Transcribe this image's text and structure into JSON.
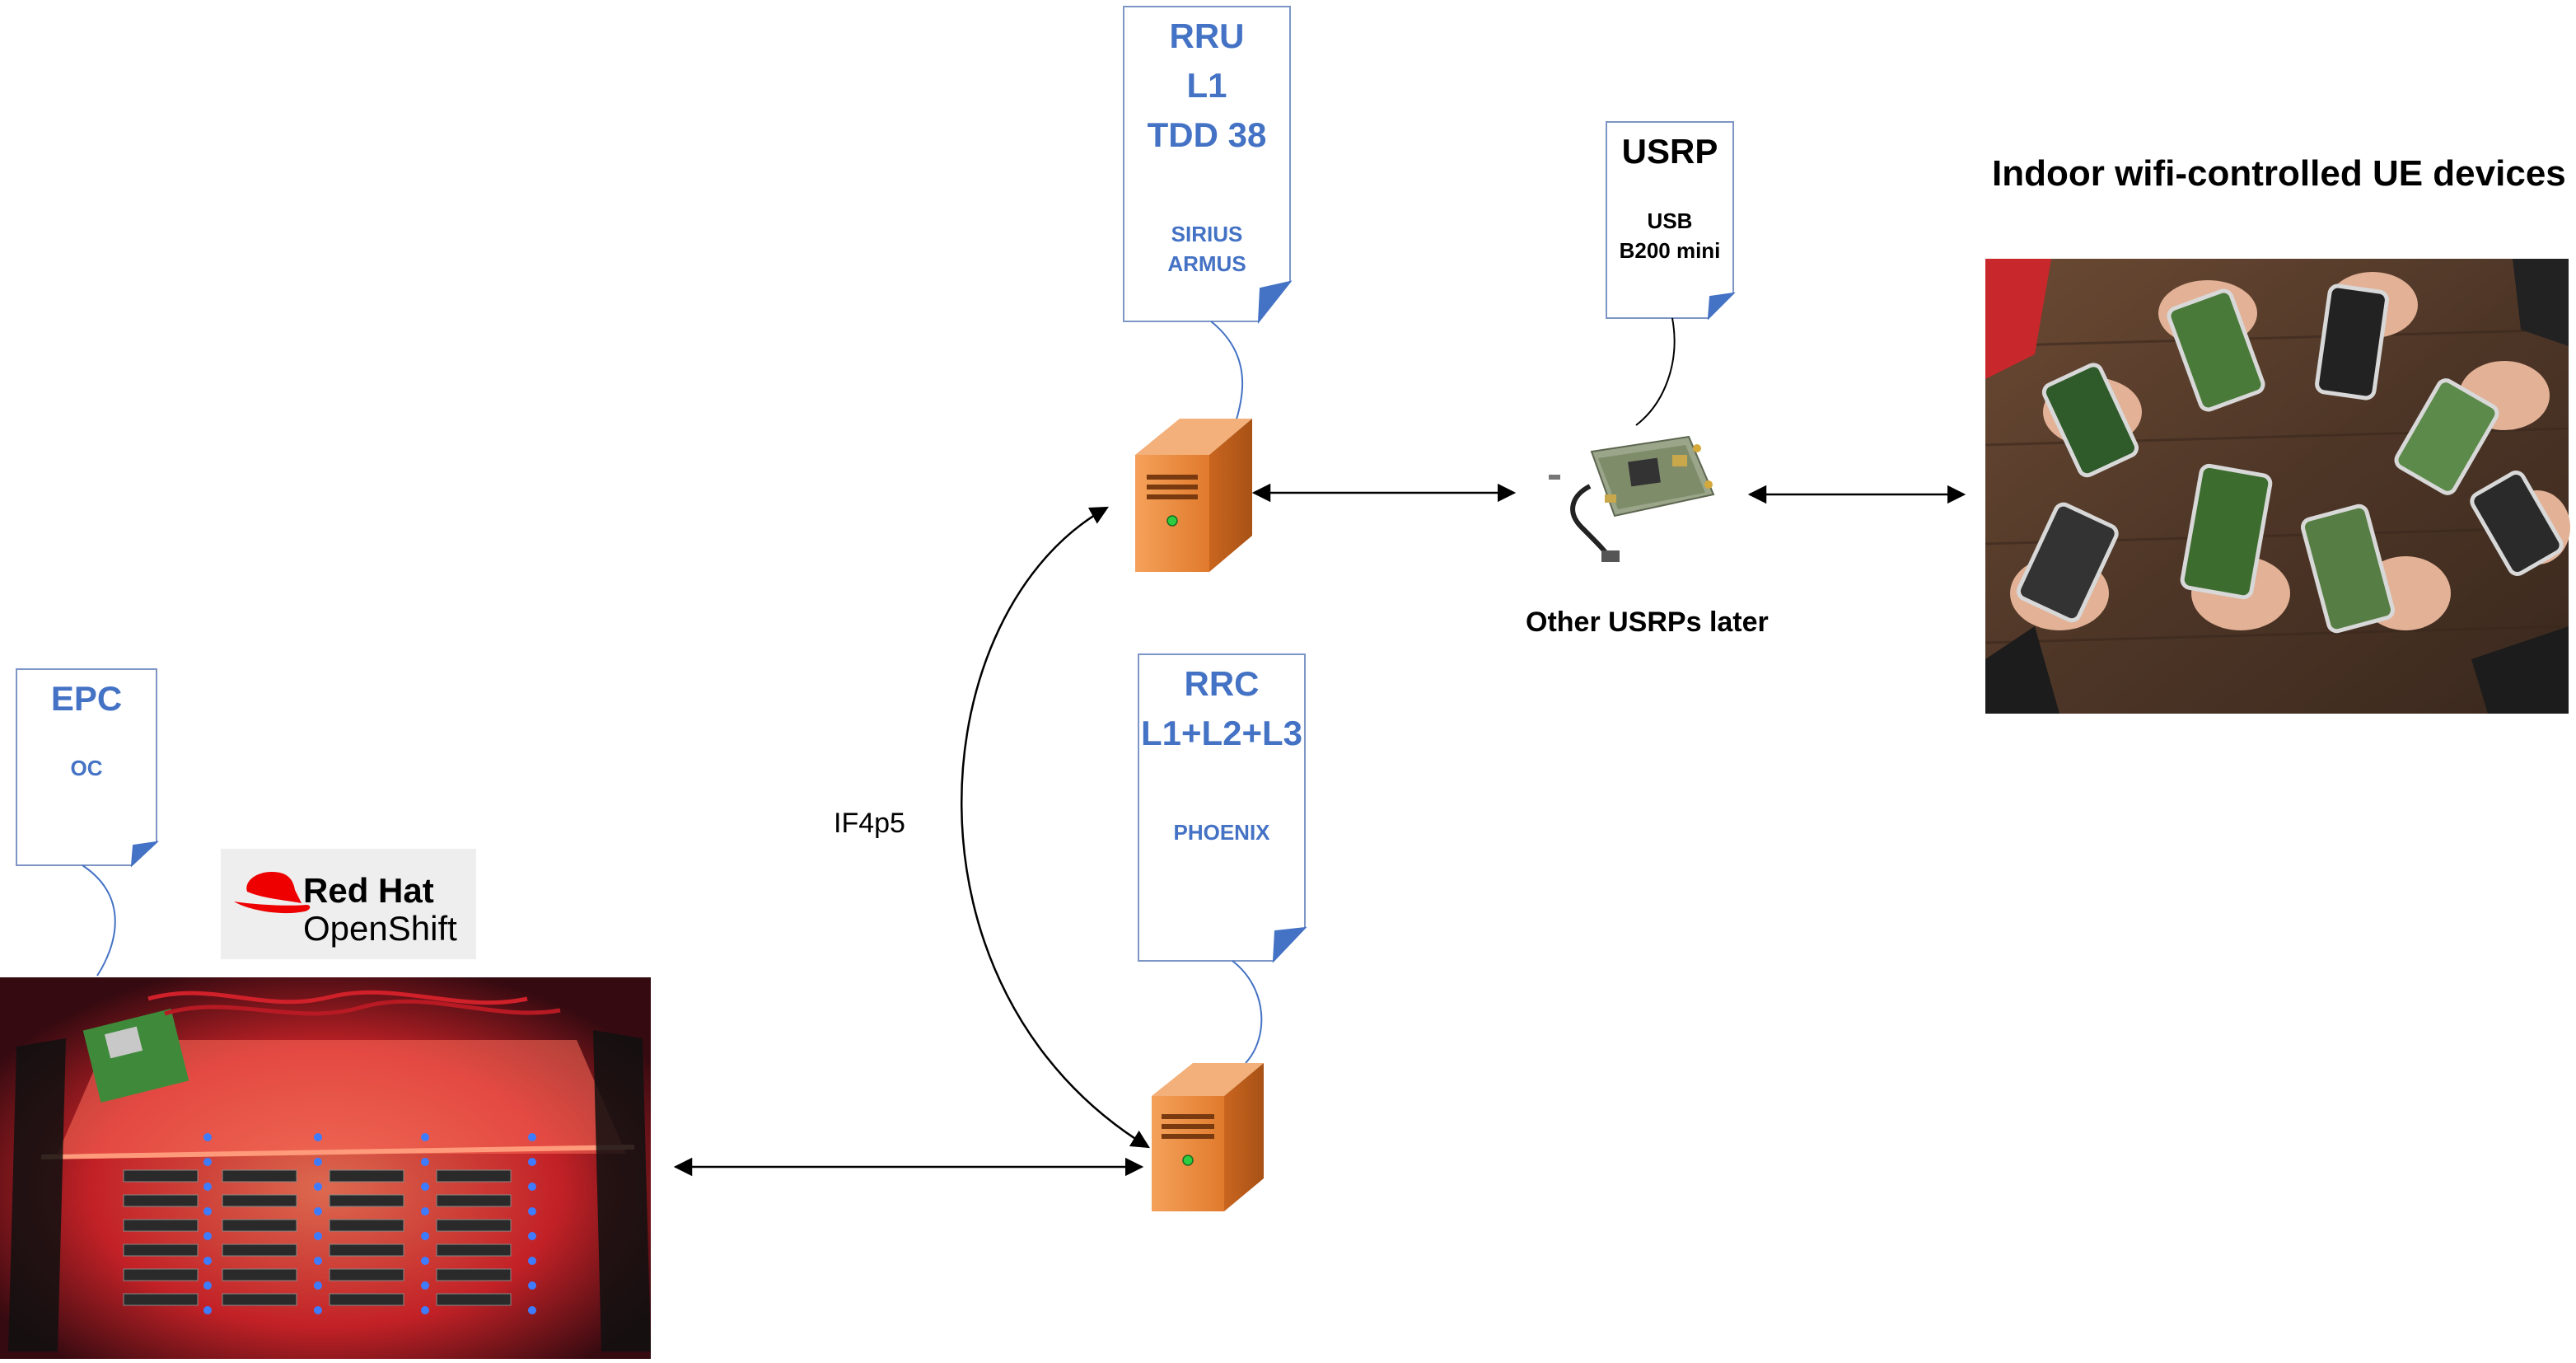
{
  "nodes": {
    "rru": {
      "lines": [
        "RRU",
        "L1",
        "TDD 38"
      ],
      "sub": [
        "SIRIUS",
        "ARMUS"
      ]
    },
    "usrp": {
      "title": "USRP",
      "sub": [
        "USB",
        "B200 mini"
      ],
      "caption": "Other USRPs later"
    },
    "rrc": {
      "lines": [
        "RRC",
        "L1+L2+L3"
      ],
      "sub": "PHOENIX"
    },
    "epc": {
      "title": "EPC",
      "sub": "OC"
    },
    "ue": {
      "title": "Indoor wifi-controlled UE devices"
    }
  },
  "links": {
    "fronthaul_label": "IF4p5"
  },
  "logo": {
    "line1": "Red Hat",
    "line2": "OpenShift"
  },
  "colors": {
    "note_text": "#4472c4",
    "server_orange": "#e8853a",
    "cluster_glow": "#ff3b3b",
    "led_blue": "#2f6bff"
  }
}
